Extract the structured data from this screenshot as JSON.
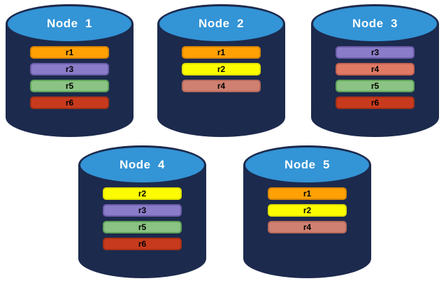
{
  "colors": {
    "background": "#ffffff",
    "cylinder_body": "#1C2A4D",
    "cylinder_top_fill": "#3394D6",
    "node_label_color": "#ffffff",
    "bar_label_color": "#000000"
  },
  "nodes": [
    {
      "label": "Node  1",
      "bars": [
        {
          "label": "r1",
          "fill": "#FFA105",
          "border": "#DB8604"
        },
        {
          "label": "r3",
          "fill": "#8A7CC8",
          "border": "#6C5DA9"
        },
        {
          "label": "r5",
          "fill": "#8AC383",
          "border": "#5FA35A"
        },
        {
          "label": "r6",
          "fill": "#C83A1D",
          "border": "#A53016"
        }
      ]
    },
    {
      "label": "Node  2",
      "bars": [
        {
          "label": "r1",
          "fill": "#FFA105",
          "border": "#DB8604"
        },
        {
          "label": "r2",
          "fill": "#FCFC00",
          "border": "#DFDF00"
        },
        {
          "label": "r4",
          "fill": "#D08070",
          "border": "#B5695C"
        }
      ]
    },
    {
      "label": "Node  3",
      "bars": [
        {
          "label": "r3",
          "fill": "#8A7CC8",
          "border": "#6C5DA9"
        },
        {
          "label": "r4",
          "fill": "#E07A65",
          "border": "#C2604F"
        },
        {
          "label": "r5",
          "fill": "#8AC383",
          "border": "#5FA35A"
        },
        {
          "label": "r6",
          "fill": "#C83A1D",
          "border": "#A53016"
        }
      ]
    },
    {
      "label": "Node  4",
      "bars": [
        {
          "label": "r2",
          "fill": "#FCFC00",
          "border": "#DFDF00"
        },
        {
          "label": "r3",
          "fill": "#8A7CC8",
          "border": "#6C5DA9"
        },
        {
          "label": "r5",
          "fill": "#8AC383",
          "border": "#5FA35A"
        },
        {
          "label": "r6",
          "fill": "#C83A1D",
          "border": "#A53016"
        }
      ]
    },
    {
      "label": "Node  5",
      "bars": [
        {
          "label": "r1",
          "fill": "#FFA105",
          "border": "#DB8604"
        },
        {
          "label": "r2",
          "fill": "#FCFC00",
          "border": "#DFDF00"
        },
        {
          "label": "r4",
          "fill": "#D08070",
          "border": "#B5695C"
        }
      ]
    }
  ]
}
